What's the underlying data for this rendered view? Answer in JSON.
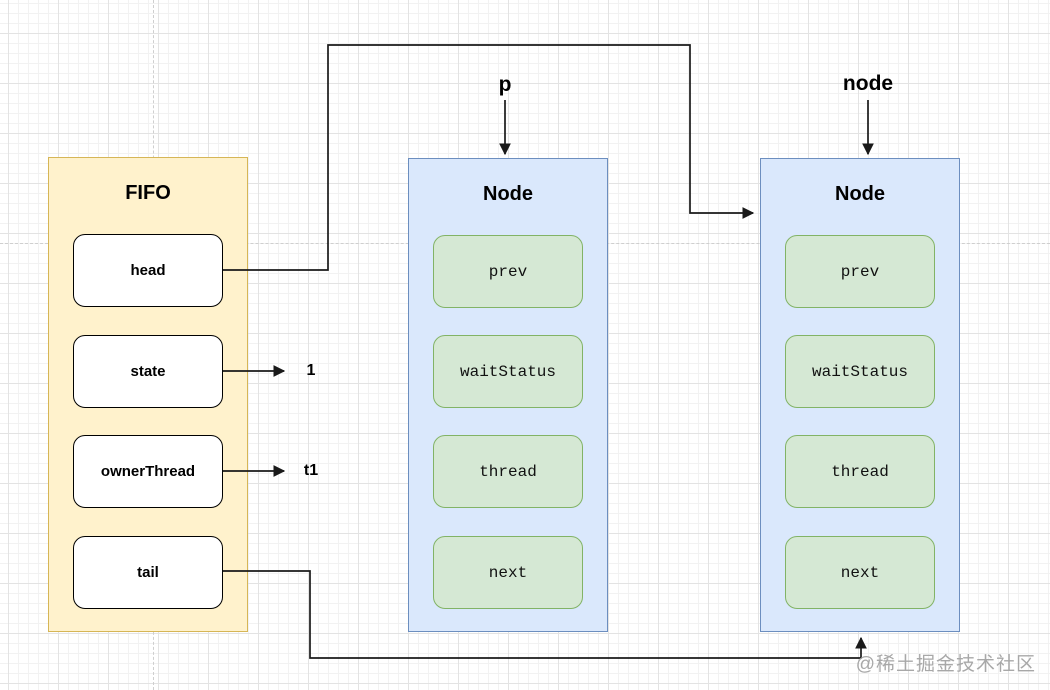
{
  "colors": {
    "fifo_fill": "#fff2cc",
    "fifo_border": "#d6b656",
    "node_fill": "#dae8fc",
    "node_border": "#6c8ebf",
    "cell_fill": "#d5e8d4",
    "cell_border": "#82b366",
    "field_fill": "#ffffff",
    "field_border": "#000000",
    "line": "#1a1a1a",
    "watermark": "#a8a8a8"
  },
  "fifo": {
    "title": "FIFO",
    "fields": [
      "head",
      "state",
      "ownerThread",
      "tail"
    ]
  },
  "nodes": [
    {
      "title": "Node",
      "fields": [
        "prev",
        "waitStatus",
        "thread",
        "next"
      ]
    },
    {
      "title": "Node",
      "fields": [
        "prev",
        "waitStatus",
        "thread",
        "next"
      ]
    }
  ],
  "pointer_labels": {
    "p": "p",
    "node": "node"
  },
  "value_labels": {
    "state": "1",
    "ownerThread": "t1"
  },
  "watermark": "@稀土掘金技术社区"
}
